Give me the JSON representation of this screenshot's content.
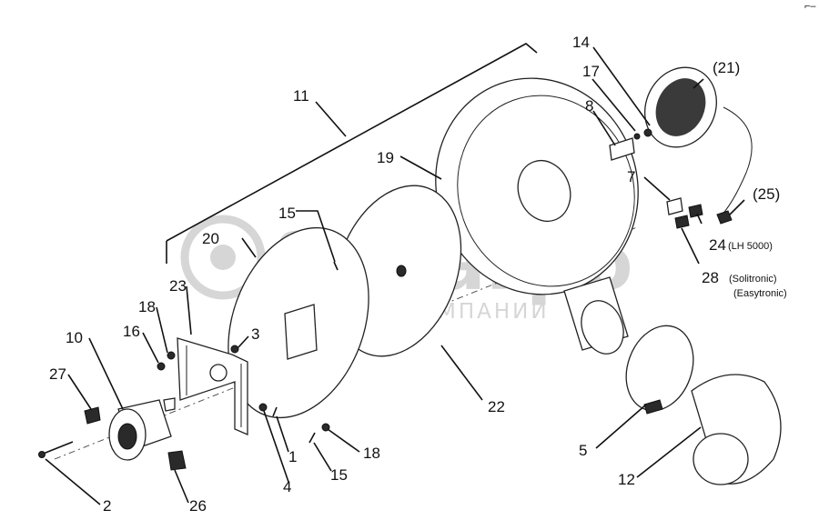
{
  "callouts": {
    "c11": "11",
    "c14": "14",
    "c17": "17",
    "c21": "(21)",
    "c8": "8",
    "c19": "19",
    "c7": "7",
    "c25": "(25)",
    "c15a": "15",
    "c20": "20",
    "c24": "24",
    "c24_note": "(LH 5000)",
    "c28": "28",
    "c28_note1": "(Solitronic)",
    "c28_note2": "(Easytronic)",
    "c23": "23",
    "c18a": "18",
    "c16": "16",
    "c3": "3",
    "c10": "10",
    "c27": "27",
    "c22": "22",
    "c5": "5",
    "c1": "1",
    "c18b": "18",
    "c4": "4",
    "c15b": "15",
    "c12": "12",
    "c2": "2",
    "c26": "26"
  },
  "watermark": {
    "brand": "белагро",
    "subtitle": "ГРУППА КОМПАНИЙ"
  },
  "colors": {
    "line": "#222222",
    "watermark": "#cfcfcf",
    "background": "#ffffff"
  }
}
